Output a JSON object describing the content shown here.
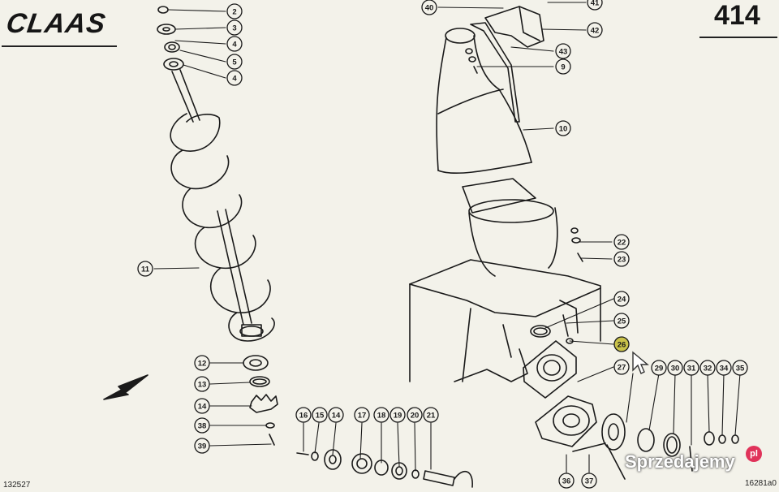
{
  "brand": "CLAAS",
  "page_number": "414",
  "drawing_codes": {
    "bottom_left": "132527",
    "bottom_right": "16281a0"
  },
  "watermark": "Sprzedajemy",
  "watermark_badge": "pl",
  "callouts": [
    {
      "id": "c2",
      "label": "2"
    },
    {
      "id": "c3",
      "label": "3"
    },
    {
      "id": "c4a",
      "label": "4"
    },
    {
      "id": "c5",
      "label": "5"
    },
    {
      "id": "c4b",
      "label": "4"
    },
    {
      "id": "c11",
      "label": "11"
    },
    {
      "id": "c12",
      "label": "12"
    },
    {
      "id": "c13",
      "label": "13"
    },
    {
      "id": "c14a",
      "label": "14"
    },
    {
      "id": "c38",
      "label": "38"
    },
    {
      "id": "c39",
      "label": "39"
    },
    {
      "id": "c16",
      "label": "16"
    },
    {
      "id": "c15",
      "label": "15"
    },
    {
      "id": "c14b",
      "label": "14"
    },
    {
      "id": "c17",
      "label": "17"
    },
    {
      "id": "c18",
      "label": "18"
    },
    {
      "id": "c19",
      "label": "19"
    },
    {
      "id": "c20",
      "label": "20"
    },
    {
      "id": "c21",
      "label": "21"
    },
    {
      "id": "c40",
      "label": "40"
    },
    {
      "id": "c41",
      "label": "41"
    },
    {
      "id": "c42",
      "label": "42"
    },
    {
      "id": "c43",
      "label": "43"
    },
    {
      "id": "c9",
      "label": "9"
    },
    {
      "id": "c10",
      "label": "10"
    },
    {
      "id": "c22",
      "label": "22"
    },
    {
      "id": "c23",
      "label": "23"
    },
    {
      "id": "c24",
      "label": "24"
    },
    {
      "id": "c25",
      "label": "25"
    },
    {
      "id": "c26",
      "label": "26"
    },
    {
      "id": "c27",
      "label": "27"
    },
    {
      "id": "c29",
      "label": "29"
    },
    {
      "id": "c30",
      "label": "30"
    },
    {
      "id": "c31",
      "label": "31"
    },
    {
      "id": "c32",
      "label": "32"
    },
    {
      "id": "c34",
      "label": "34"
    },
    {
      "id": "c35",
      "label": "35"
    },
    {
      "id": "c36",
      "label": "36"
    },
    {
      "id": "c37",
      "label": "37"
    }
  ],
  "colors": {
    "paper": "#f3f2ea",
    "ink": "#1a1a1a",
    "highlight": "#c9c24a",
    "badge": "#e0335a"
  }
}
